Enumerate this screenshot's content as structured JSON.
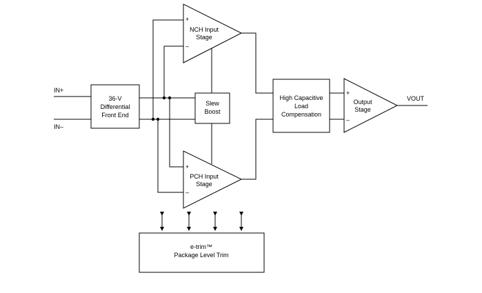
{
  "inputs": {
    "in_plus": "IN+",
    "in_minus": "IN–"
  },
  "output": "VOUT",
  "blocks": {
    "front_end": [
      "36-V",
      "Differential",
      "Front End"
    ],
    "nch_stage": [
      "NCH Input",
      "Stage"
    ],
    "pch_stage": [
      "PCH Input",
      "Stage"
    ],
    "slew_boost": [
      "Slew",
      "Boost"
    ],
    "load_comp": [
      "High Capacitive",
      "Load",
      "Compensation"
    ],
    "output_stage": [
      "Output",
      "Stage"
    ],
    "etrim": [
      "e-trim™",
      "Package Level Trim"
    ]
  },
  "pin_signs": {
    "plus": "+",
    "minus": "–"
  }
}
